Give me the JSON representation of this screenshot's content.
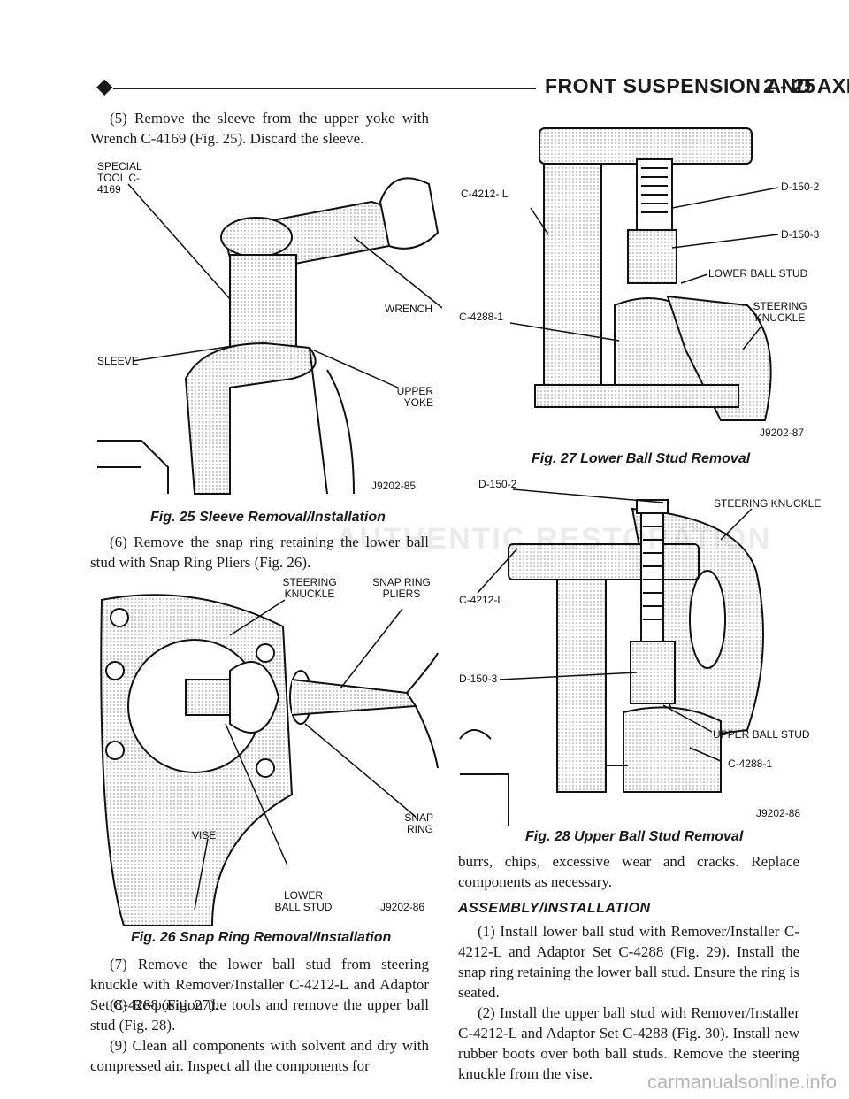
{
  "header": {
    "title": "FRONT SUSPENSION AND AXLE",
    "page_number": "2 - 25"
  },
  "left_column": {
    "para_5": "(5) Remove the sleeve from the upper yoke with Wrench C-4169 (Fig. 25). Discard the sleeve.",
    "fig25": {
      "labels": {
        "special_tool": "SPECIAL TOOL C-4169",
        "wrench": "WRENCH",
        "sleeve": "SLEEVE",
        "upper_yoke": "UPPER YOKE"
      },
      "code": "J9202-85",
      "caption": "Fig. 25 Sleeve Removal/Installation"
    },
    "para_6": "(6) Remove the snap ring retaining the lower ball stud with Snap Ring Pliers (Fig. 26).",
    "fig26": {
      "labels": {
        "steering_knuckle": "STEERING KNUCKLE",
        "snap_ring_pliers": "SNAP RING PLIERS",
        "snap_ring": "SNAP RING",
        "vise": "VISE",
        "lower_ball_stud": "LOWER BALL STUD"
      },
      "code": "J9202-86",
      "caption": "Fig. 26 Snap Ring Removal/Installation"
    },
    "para_7": "(7) Remove the lower ball stud from steering knuckle with Remover/Installer C-4212-L and Adaptor Set C-4288 (Fig. 27).",
    "para_8": "(8) Re-position the tools and remove the upper ball stud (Fig. 28).",
    "para_9": "(9) Clean all components with solvent and dry with compressed air. Inspect all the components for"
  },
  "right_column": {
    "fig27": {
      "labels": {
        "d150_2": "D-150-2",
        "c4212l": "C-4212- L",
        "d150_3": "D-150-3",
        "lower_ball_stud": "LOWER BALL STUD",
        "steering_knuckle": "STEERING KNUCKLE",
        "c4288_1": "C-4288-1"
      },
      "code": "J9202-87",
      "caption": "Fig. 27 Lower Ball Stud Removal"
    },
    "fig28": {
      "labels": {
        "d150_2": "D-150-2",
        "steering_knuckle": "STEERING KNUCKLE",
        "c4212l": "C-4212-L",
        "d150_3": "D-150-3",
        "upper_ball_stud": "UPPER BALL STUD",
        "c4288_1": "C-4288-1"
      },
      "code": "J9202-88",
      "caption": "Fig. 28 Upper Ball Stud Removal"
    },
    "para_cont": "burrs, chips, excessive wear and cracks. Replace components as necessary.",
    "assembly_heading": "ASSEMBLY/INSTALLATION",
    "para_a1": "(1) Install lower ball stud with Remover/Installer C-4212-L and Adaptor Set C-4288 (Fig. 29). Install the snap ring retaining the lower ball stud. Ensure the ring is seated.",
    "para_a2": "(2) Install the upper ball stud with Remover/Installer C-4212-L and Adaptor Set C-4288 (Fig. 30). Install new rubber boots over both ball studs. Remove the steering knuckle from the vise."
  },
  "watermark": "AUTHENTIC RESTORATION",
  "footer": {
    "site": "carmanualsonline.info"
  }
}
